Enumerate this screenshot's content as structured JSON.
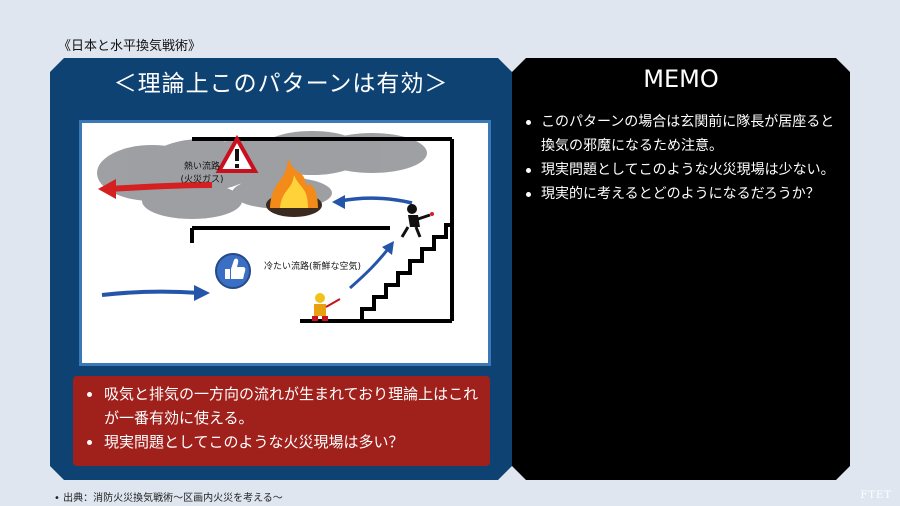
{
  "page_title": "《日本と水平換気戦術》",
  "left": {
    "heading": "＜理論上このパターンは有効＞",
    "figure": {
      "hot_flow_label_1": "熱い流路",
      "hot_flow_label_2": "(火災ガス)",
      "cold_flow_label": "冷たい流路(新鮮な空気)"
    },
    "summary": [
      "吸気と排気の一方向の流れが生まれており理論上はこれが一番有効に使える。",
      "現実問題としてこのような火災現場は多い？"
    ]
  },
  "right": {
    "heading": "MEMO",
    "items": [
      "このパターンの場合は玄関前に隊長が居座ると換気の邪魔になるため注意。",
      "現実問題としてこのような火災現場は少ない。",
      "現実的に考えるとどのようになるだろうか？"
    ]
  },
  "source": "出典：消防火災換気戦術〜区画内火災を考える〜",
  "watermark": "FTET",
  "colors": {
    "left_panel": "#0e4273",
    "summary_box": "#a0201c",
    "right_panel": "#000000",
    "hot_arrow": "#d42020",
    "cold_arrow": "#2555a8"
  }
}
